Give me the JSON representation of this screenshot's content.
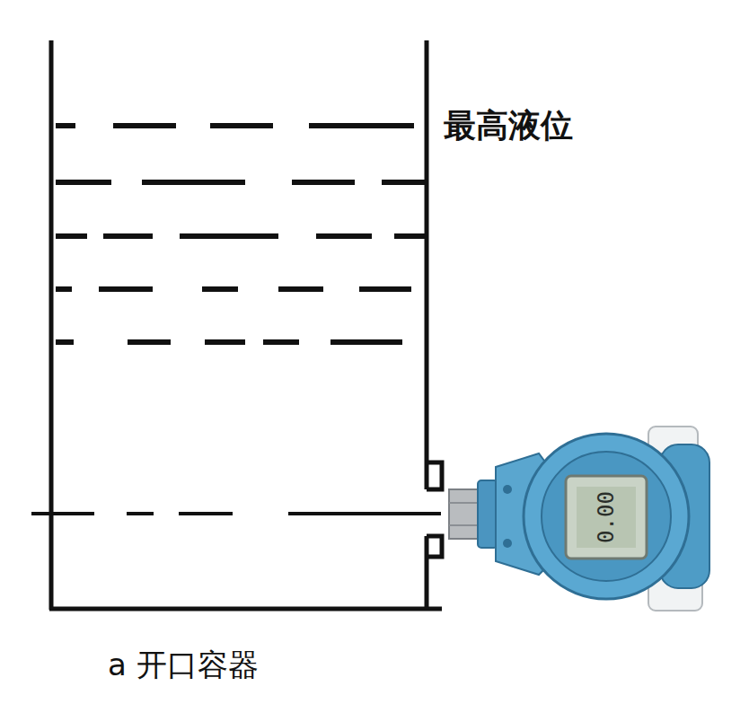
{
  "diagram": {
    "caption": "a 开口容器",
    "labels": [
      "最高液位",
      "0.00"
    ]
  }
}
